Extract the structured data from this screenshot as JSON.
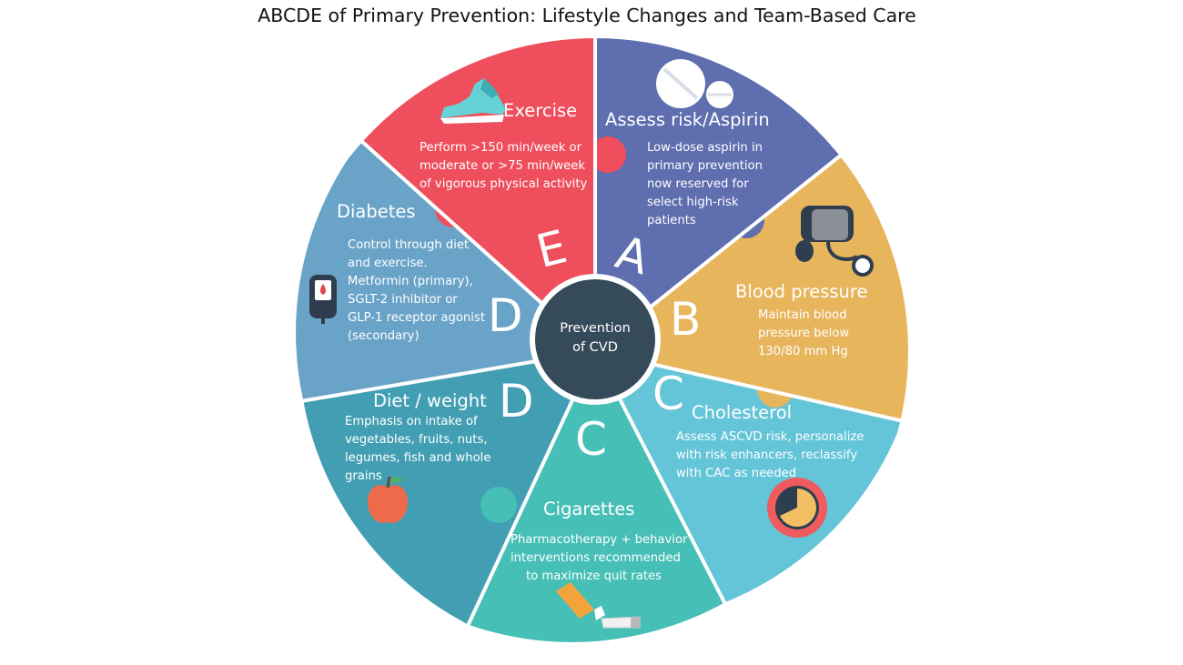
{
  "title": "ABCDE of Primary Prevention: Lifestyle Changes and Team-Based Care",
  "hub": {
    "line1": "Prevention",
    "line2": "of CVD",
    "color": "#354b5a"
  },
  "segments": [
    {
      "id": "exercise",
      "letter": "E",
      "title": "Exercise",
      "color": "#ef4e5c",
      "icon": "running-shoe-icon",
      "lines": [
        "Perform >150 min/week or",
        "moderate or >75 min/week",
        "of vigorous  physical activity"
      ]
    },
    {
      "id": "assess-risk-aspirin",
      "letter": "A",
      "title": "Assess risk/Aspirin",
      "color": "#5e6eae",
      "icon": "pills-icon",
      "lines": [
        "Low-dose aspirin in",
        "primary prevention",
        "now reserved for",
        "select high-risk",
        "patients"
      ]
    },
    {
      "id": "blood-pressure",
      "letter": "B",
      "title": "Blood pressure",
      "color": "#e7b55c",
      "icon": "blood-pressure-cuff-icon",
      "lines": [
        "Maintain blood",
        "pressure below",
        "130/80 mm Hg"
      ]
    },
    {
      "id": "cholesterol",
      "letter": "C",
      "title": "Cholesterol",
      "color": "#64c5d8",
      "icon": "artery-plaque-icon",
      "lines": [
        "Assess ASCVD risk, personalize",
        "with risk enhancers, reclassify",
        "with CAC as needed"
      ]
    },
    {
      "id": "cigarettes",
      "letter": "C",
      "title": "Cigarettes",
      "color": "#46bfb7",
      "icon": "broken-cigarette-icon",
      "lines": [
        "Pharmacotherapy + behavior",
        "interventions  recommended",
        "to maximize quit rates"
      ]
    },
    {
      "id": "diet-weight",
      "letter": "D",
      "title": "Diet / weight",
      "color": "#429fb3",
      "icon": "apple-icon",
      "lines": [
        "Emphasis on intake of",
        "vegetables, fruits, nuts,",
        "legumes,  fish and whole",
        "grains"
      ]
    },
    {
      "id": "diabetes",
      "letter": "D",
      "title": "Diabetes",
      "color": "#6aa3c8",
      "icon": "glucose-meter-icon",
      "lines": [
        "Control through diet",
        "and exercise.",
        "Metformin (primary),",
        "SGLT-2 inhibitor or",
        "GLP-1 receptor agonist",
        "(secondary)"
      ]
    }
  ]
}
